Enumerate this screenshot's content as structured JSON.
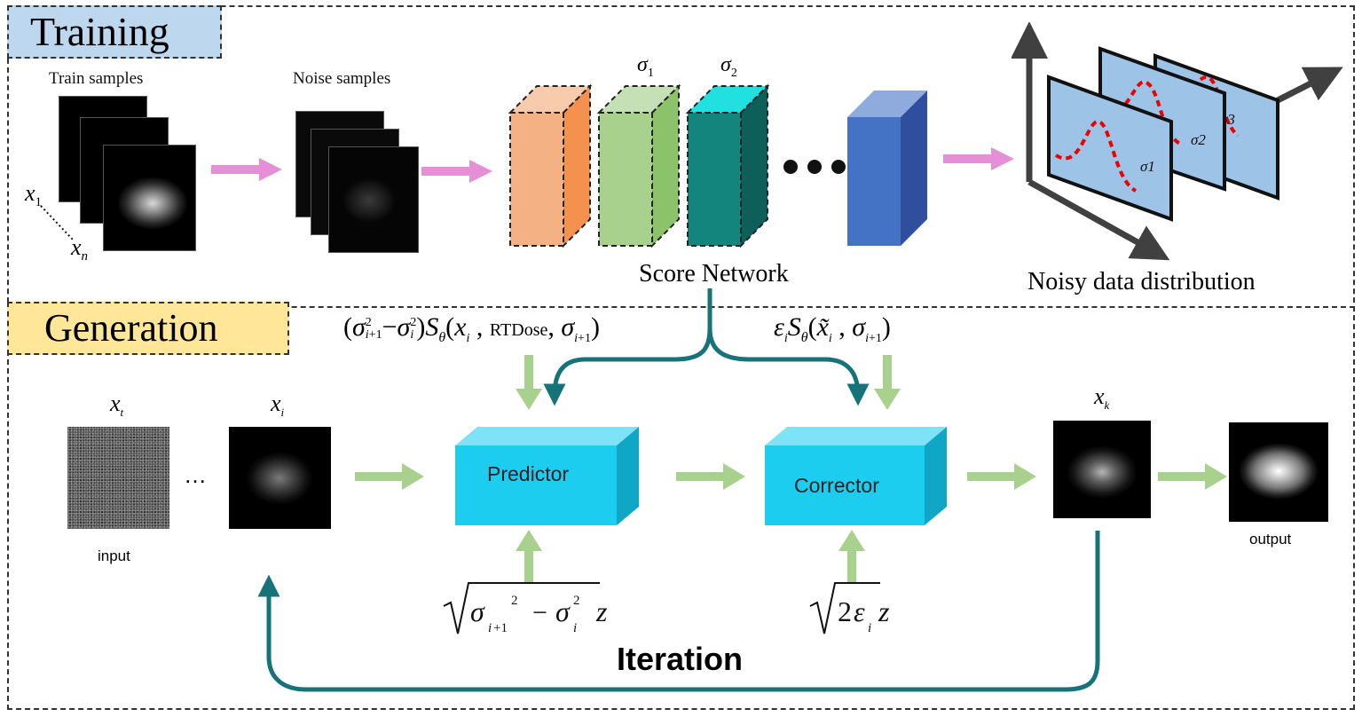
{
  "sections": {
    "training_title": "Training",
    "generation_title": "Generation"
  },
  "training": {
    "train_samples_label": "Train samples",
    "noise_samples_label": "Noise samples",
    "x1_label": "x",
    "x1_sub": "1",
    "xn_label": "x",
    "xn_sub": "n",
    "sigma1_label": "σ",
    "sigma1_sub": "1",
    "sigma2_label": "σ",
    "sigma2_sub": "2",
    "score_network_label": "Score Network",
    "noisy_distribution_label": "Noisy data distribution",
    "panel_sigmas": [
      "σ1",
      "σ2",
      "σ3"
    ]
  },
  "generation": {
    "xt_label": "x",
    "xt_sub": "t",
    "xi_label": "x",
    "xi_sub": "i",
    "xk_label": "x",
    "xk_sub": "k",
    "input_label": "input",
    "output_label": "output",
    "ellipsis": "…",
    "predictor_label": "Predictor",
    "corrector_label": "Corrector",
    "iteration_label": "Iteration",
    "predictor_formula_rtdose": "RTDose",
    "colors": {
      "teal_arrow": "#17737a",
      "green_arrow": "#a9d18e",
      "pink_arrow": "#e48fd6",
      "box_cyan": "#1dcdf0"
    }
  }
}
